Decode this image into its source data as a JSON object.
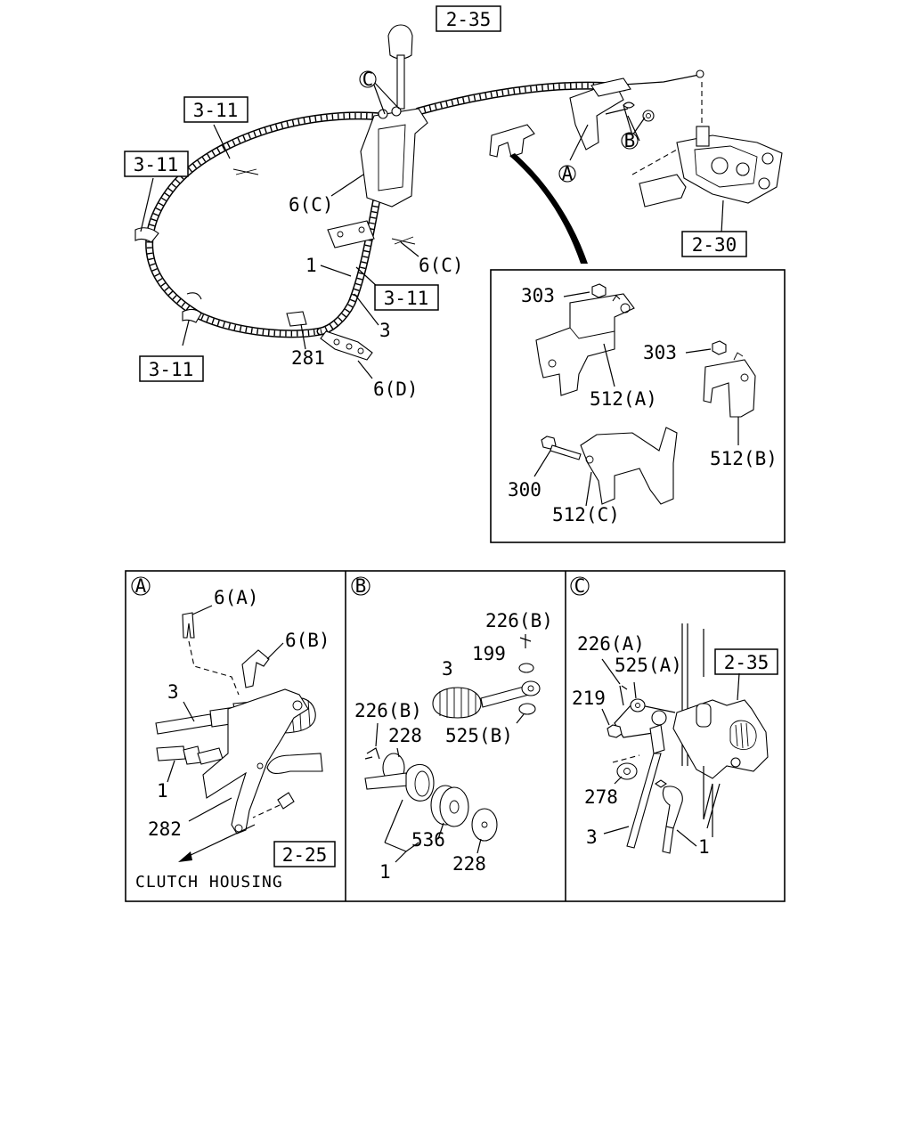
{
  "main": {
    "ref_boxes": {
      "top_shift_lever": "2-35",
      "cable_upper": "3-11",
      "cable_left": "3-11",
      "cable_center": "3-11",
      "cable_lower_left": "3-11",
      "transmission": "2-30"
    },
    "labels": {
      "grommet_upper": "6(C)",
      "grommet_lower": "6(C)",
      "cable_1": "1",
      "cable_3": "3",
      "clamp_281": "281",
      "pad_6d": "6(D)"
    },
    "detail_markers": {
      "a": "A",
      "b": "B",
      "c": "C"
    }
  },
  "inset_brackets": {
    "nut_upper": "303",
    "nut_right": "303",
    "bracket_a": "512(A)",
    "bracket_b": "512(B)",
    "bracket_c": "512(C)",
    "bolt": "300"
  },
  "detail_a": {
    "marker": "A",
    "labels": {
      "clip_6a": "6(A)",
      "clip_6b": "6(B)",
      "cable_3": "3",
      "cable_1": "1",
      "bracket_282": "282"
    },
    "ref_box": "2-25",
    "caption": "CLUTCH HOUSING"
  },
  "detail_b": {
    "marker": "B",
    "labels": {
      "pin_top": "226(B)",
      "washer_199": "199",
      "cable_3": "3",
      "pin_left": "226(B)",
      "washer_228_top": "228",
      "washer_525b": "525(B)",
      "bushing_536": "536",
      "washer_228_bottom": "228",
      "cable_1": "1"
    }
  },
  "detail_c": {
    "marker": "C",
    "labels": {
      "pin_226a": "226(A)",
      "washer_525a": "525(A)",
      "nut_219": "219",
      "washer_278": "278",
      "cable_3": "3",
      "cable_1": "1"
    },
    "ref_box": "2-35"
  }
}
